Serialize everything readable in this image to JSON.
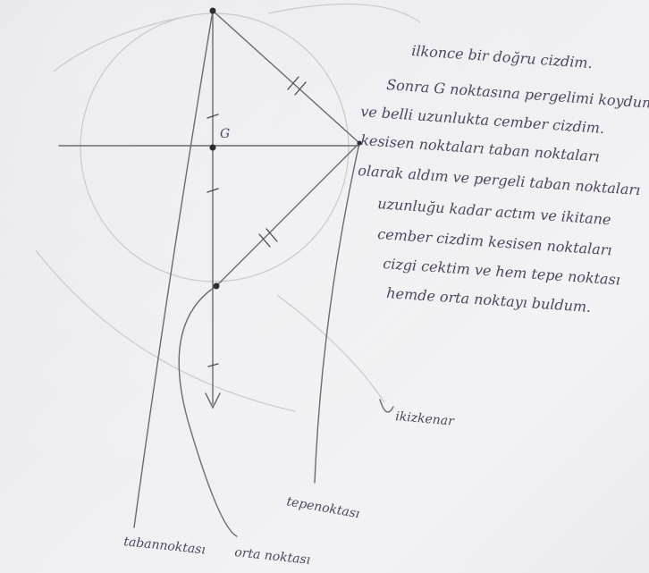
{
  "notes": {
    "lines": [
      "ilkonce bir doğru cizdim.",
      "Sonra G noktasına pergelimi koydum",
      "ve belli uzunlukta cember cizdim.",
      "kesisen noktaları taban noktaları",
      "olarak aldım ve pergeli taban noktaları",
      "uzunluğu kadar actım ve ikitane",
      "cember cizdim kesisen noktaları",
      "cizgi cektim ve hem tepe noktası",
      "hemde orta noktayı buldum."
    ]
  },
  "labels": {
    "g_point": "G",
    "ikizkenar": "ikizkenar",
    "tepe_noktasi": "tepenoktası",
    "taban_noktasi": "tabannoktası",
    "orta_noktasi": "orta noktası"
  },
  "colors": {
    "paper": "#efeef1",
    "ink": "#4f4660",
    "pencil": "#6a6a70",
    "compass_arc": "#c9c8cd"
  }
}
